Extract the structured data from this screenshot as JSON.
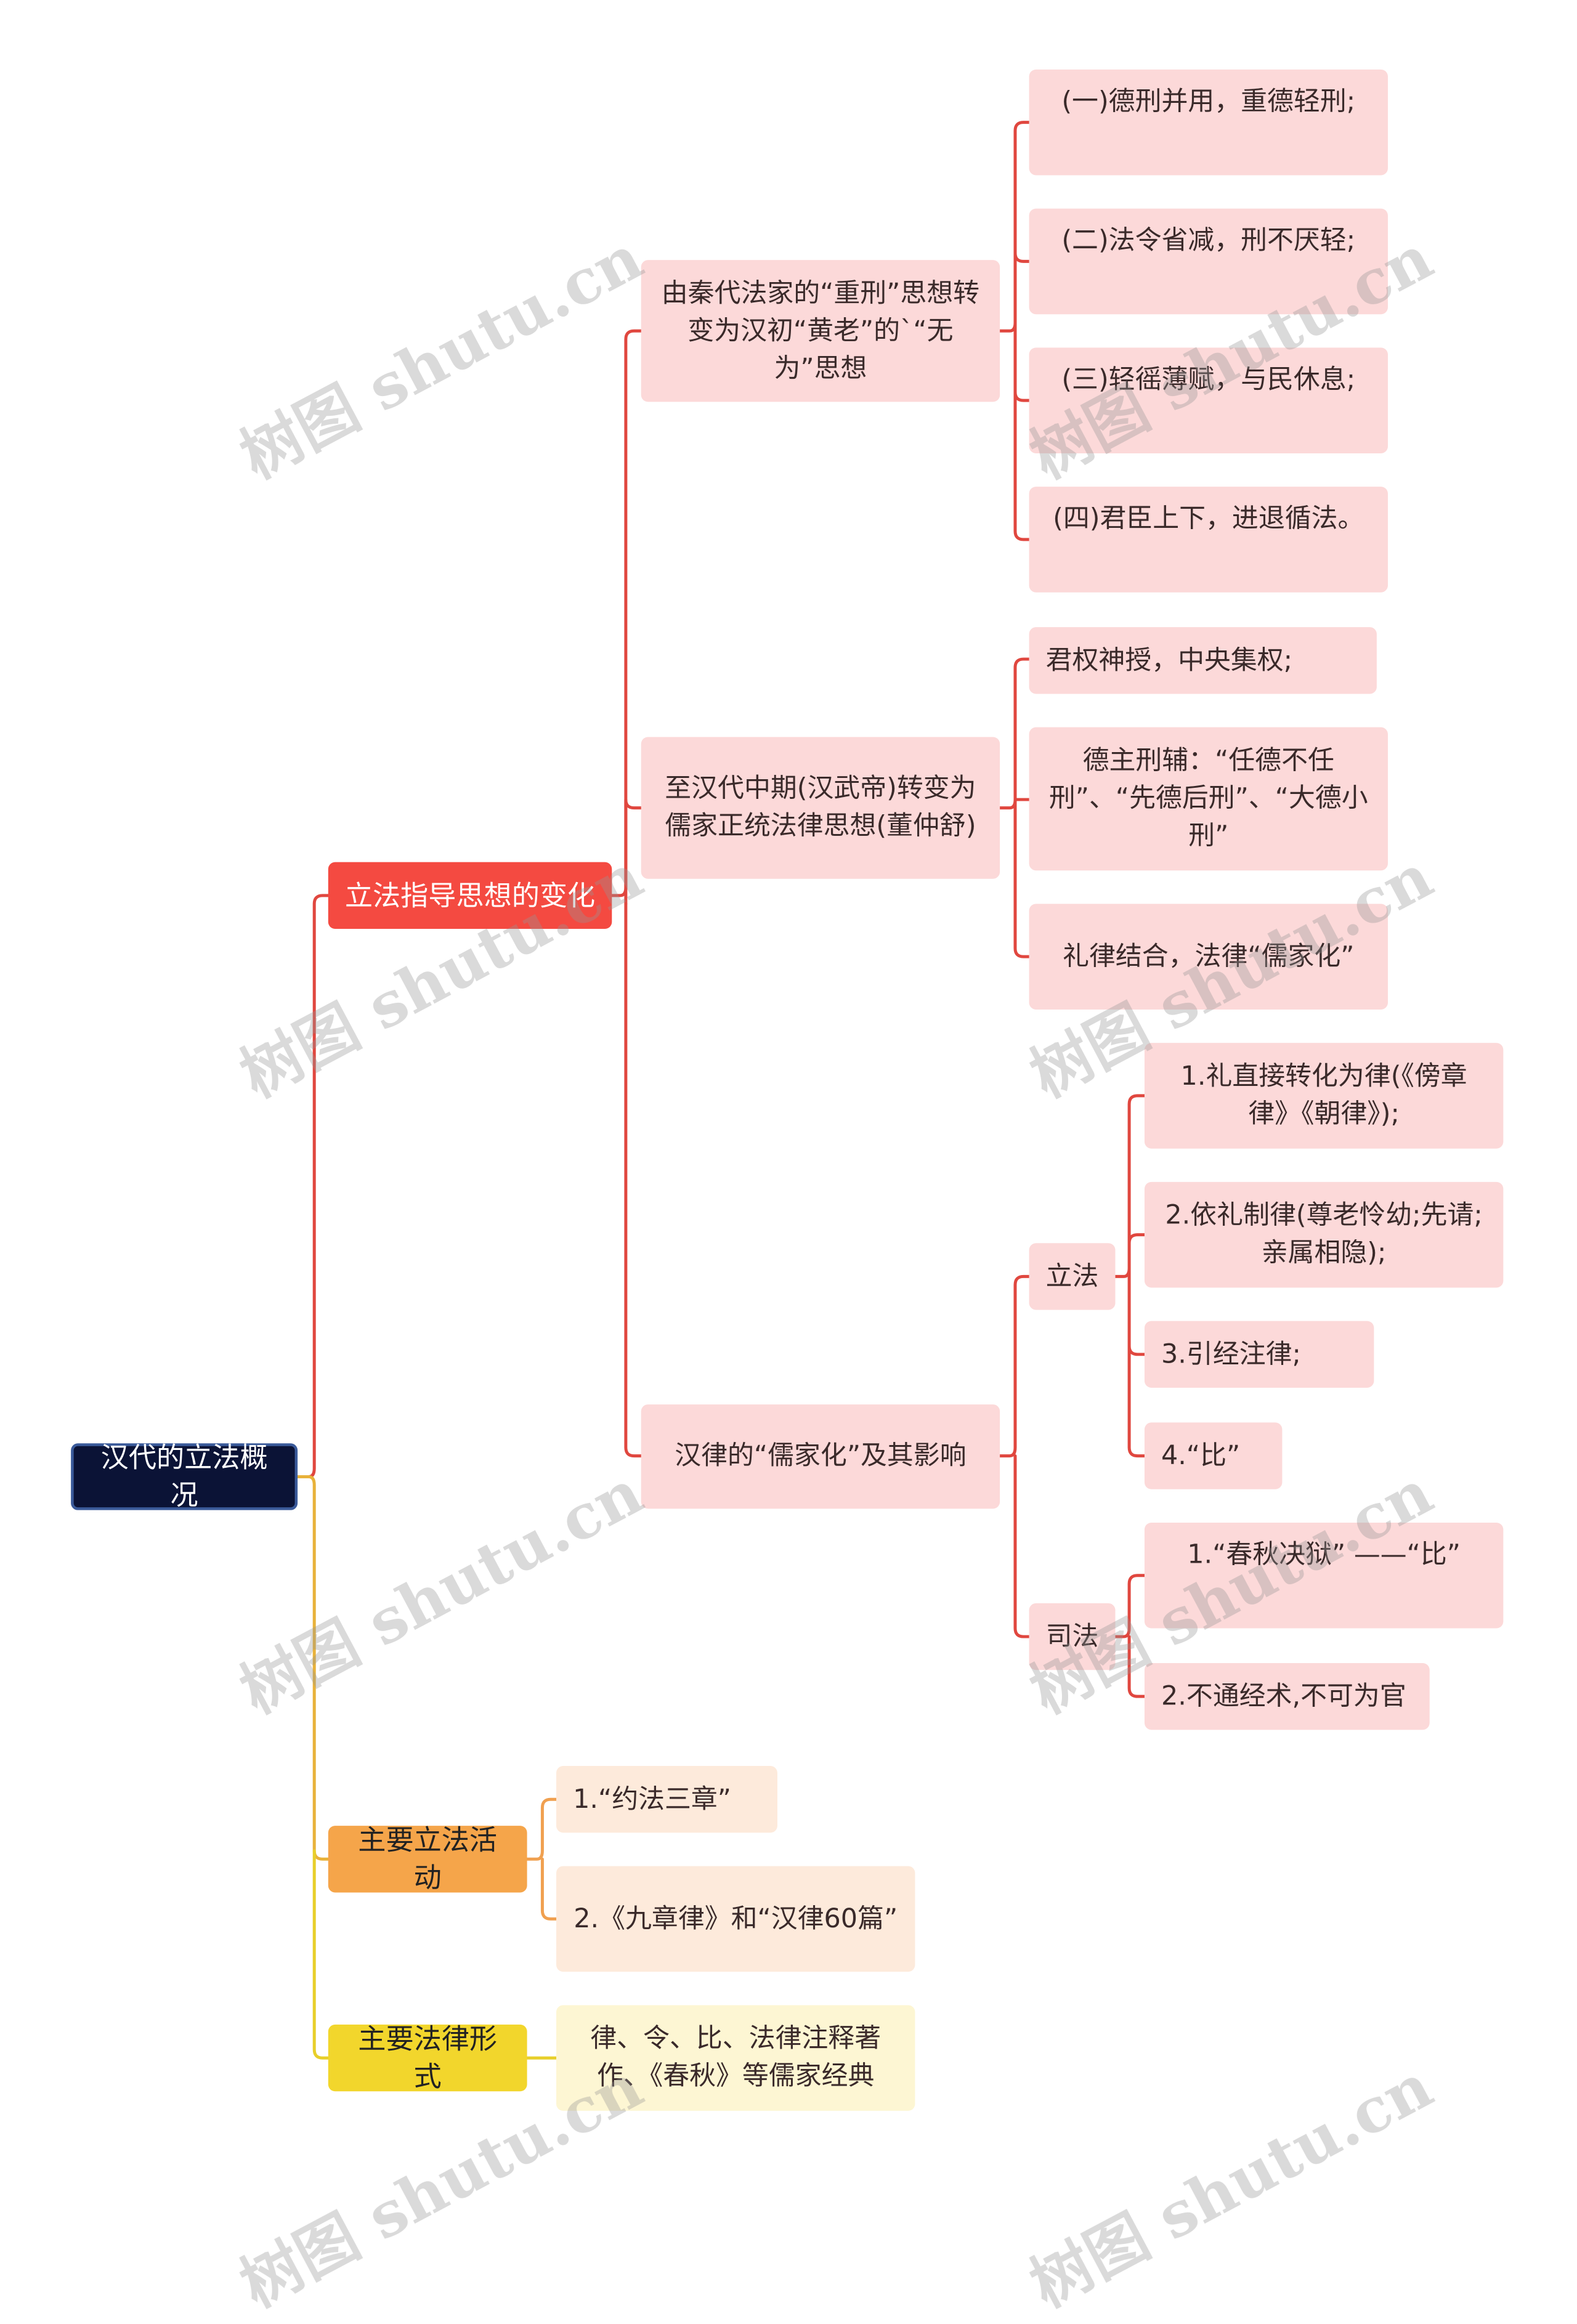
{
  "root": {
    "label": "汉代的立法概况"
  },
  "branch_thought": {
    "label": "立法指导思想的变化",
    "stage1": {
      "label": "由秦代法家的“重刑”思想转变为汉初“黄老”的`“无为”思想",
      "items": [
        "(一)德刑并用，重德轻刑;",
        "(二)法令省减，刑不厌轻;",
        "(三)轻徭薄赋，与民休息;",
        "(四)君臣上下，进退循法。"
      ]
    },
    "stage2": {
      "label": "至汉代中期(汉武帝)转变为儒家正统法律思想(董仲舒)",
      "items": [
        "君权神授，中央集权;",
        "德主刑辅：“任德不任刑”、“先德后刑”、“大德小刑”",
        "礼律结合，法律“儒家化”"
      ]
    },
    "stage3": {
      "label": "汉律的“儒家化”及其影响",
      "legislation": {
        "label": "立法",
        "items": [
          "1.礼直接转化为律(《傍章律》《朝律》);",
          "2.依礼制律(尊老怜幼;先请;亲属相隐);",
          "3.引经注律;",
          "4.“比”"
        ]
      },
      "judiciary": {
        "label": "司法",
        "items": [
          "1.“春秋决狱” ——“比”",
          "2.不通经术,不可为官"
        ]
      }
    }
  },
  "branch_activities": {
    "label": "主要立法活动",
    "items": [
      "1.“约法三章”",
      "2.《九章律》和“汉律60篇”"
    ]
  },
  "branch_forms": {
    "label": "主要法律形式",
    "items": [
      "律、令、比、法律注释著作、《春秋》等儒家经典"
    ]
  },
  "watermark": "树图 shutu.cn",
  "colors": {
    "red": "#f44a41",
    "orange": "#f5a54a",
    "yellow": "#f2d62c",
    "pink": "#fcd9d9",
    "root": "#0b1336"
  }
}
